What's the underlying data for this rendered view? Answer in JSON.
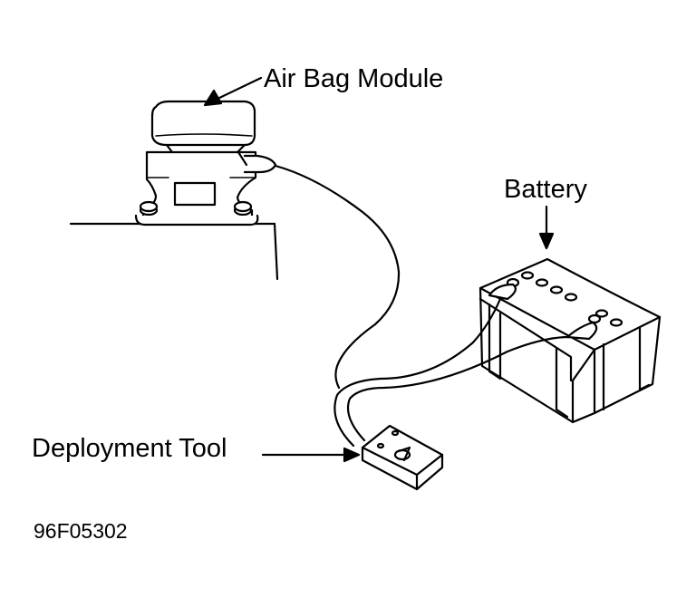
{
  "labels": {
    "air_bag_module": "Air Bag Module",
    "battery": "Battery",
    "deployment_tool": "Deployment Tool",
    "figure_code": "96F05302"
  },
  "colors": {
    "ink": "#000000",
    "background": "#ffffff"
  }
}
